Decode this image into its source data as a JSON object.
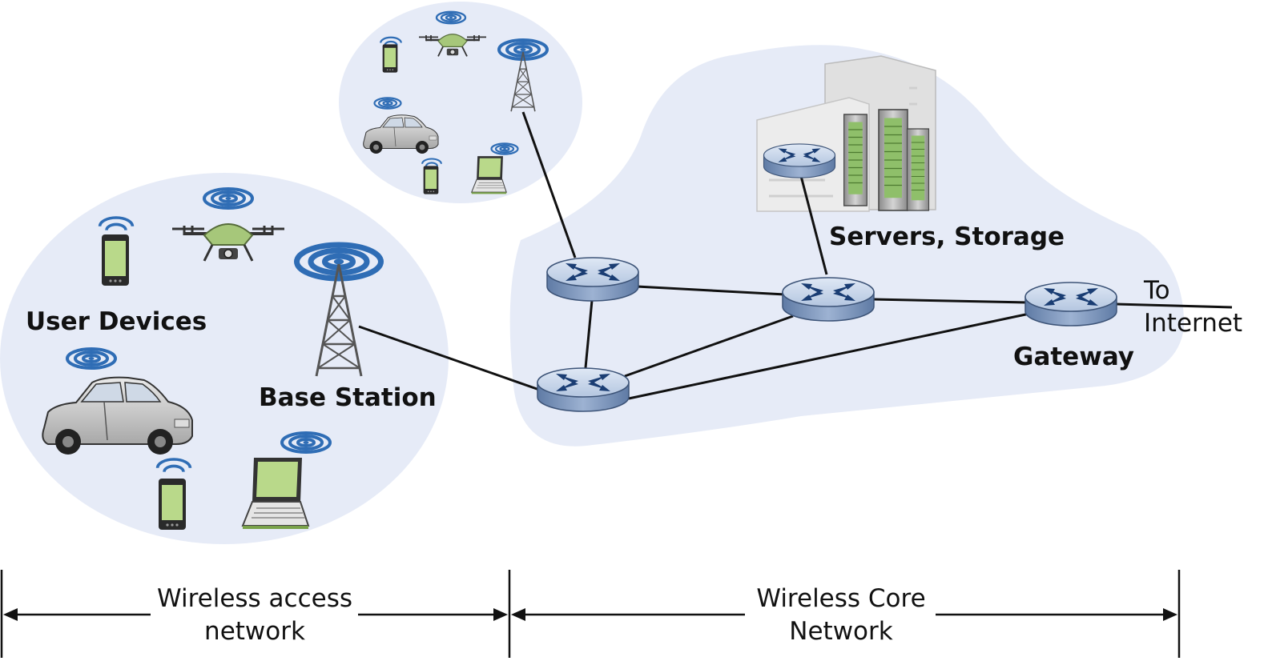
{
  "labels": {
    "user_devices": "User Devices",
    "base_station": "Base Station",
    "servers_storage": "Servers, Storage",
    "gateway": "Gateway",
    "to_internet_line1": "To",
    "to_internet_line2": "Internet"
  },
  "spans": {
    "access_line1": "Wireless access",
    "access_line2": "network",
    "core_line1": "Wireless Core",
    "core_line2": "Network"
  },
  "colors": {
    "cloud_fill": "#e6ebf7",
    "router_top": "#c8d6ea",
    "router_side": "#7d97bc",
    "router_mark": "#1a3d73",
    "device_green": "#b9d98a",
    "signal_blue": "#2f6db5",
    "link": "#111111"
  },
  "icons": [
    "router-icon",
    "tower-icon",
    "drone-icon",
    "phone-icon",
    "car-icon",
    "laptop-icon",
    "server-rack-icon",
    "building-icon",
    "wifi-signal-icon"
  ]
}
